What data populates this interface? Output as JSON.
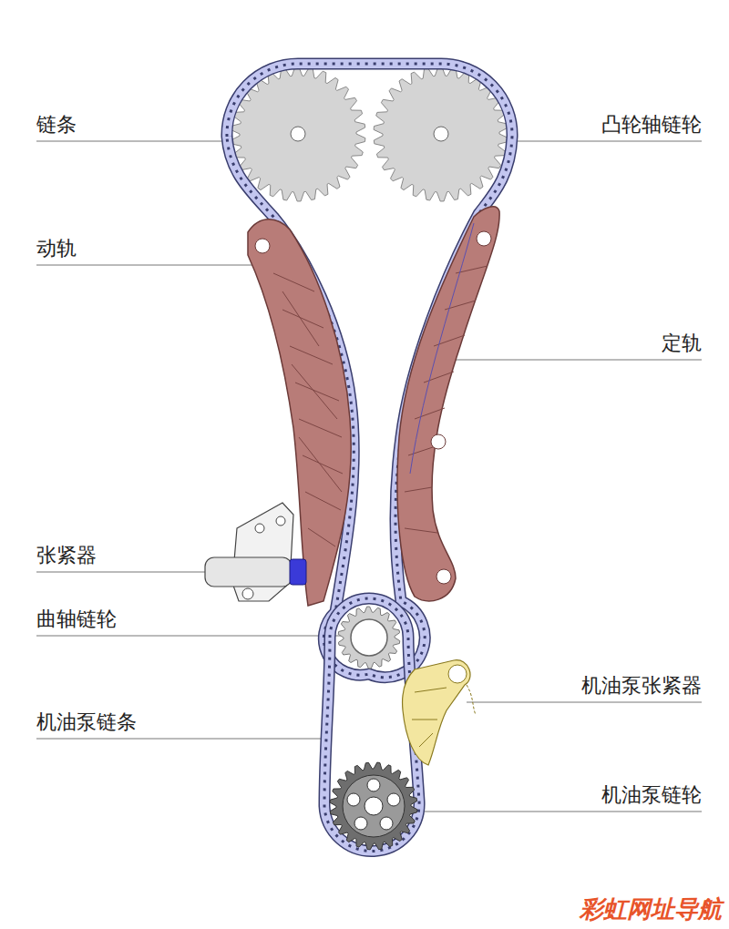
{
  "diagram": {
    "labels": [
      "链条",
      "凸轮轴链轮",
      "动轨",
      "定轨",
      "张紧器",
      "曲轴链轮",
      "机油泵张紧器",
      "机油泵链条",
      "机油泵链轮",
      "彩虹网址导航"
    ]
  }
}
